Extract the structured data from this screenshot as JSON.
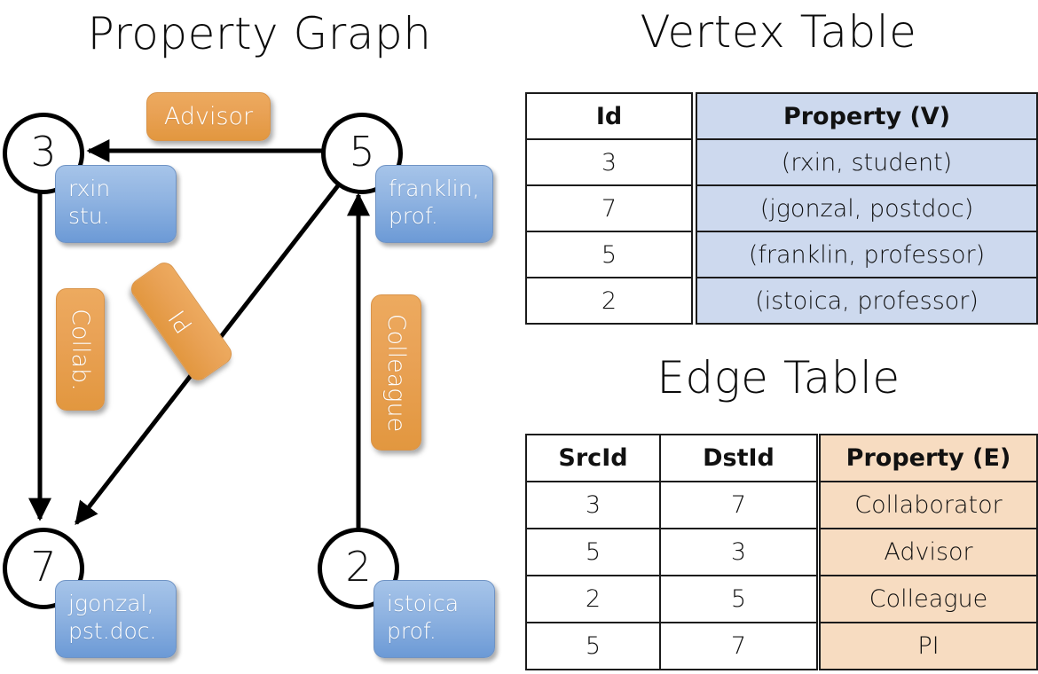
{
  "titles": {
    "graph": "Property Graph",
    "vertex": "Vertex Table",
    "edge": "Edge Table"
  },
  "graph": {
    "nodes": [
      {
        "id": "3",
        "property_line1": "rxin",
        "property_line2": "stu."
      },
      {
        "id": "5",
        "property_line1": "franklin,",
        "property_line2": "prof."
      },
      {
        "id": "7",
        "property_line1": "jgonzal,",
        "property_line2": "pst.doc."
      },
      {
        "id": "2",
        "property_line1": "istoica",
        "property_line2": "prof."
      }
    ],
    "edge_labels": [
      {
        "label": "Advisor"
      },
      {
        "label": "Collab."
      },
      {
        "label": "PI"
      },
      {
        "label": "Colleague"
      }
    ],
    "edges": [
      {
        "src": "5",
        "dst": "3",
        "label": "Advisor"
      },
      {
        "src": "3",
        "dst": "7",
        "label": "Collab."
      },
      {
        "src": "5",
        "dst": "7",
        "label": "PI"
      },
      {
        "src": "2",
        "dst": "5",
        "label": "Colleague"
      }
    ]
  },
  "vertex_table": {
    "headers": [
      "Id",
      "Property (V)"
    ],
    "rows": [
      {
        "id": "3",
        "property": "(rxin, student)"
      },
      {
        "id": "7",
        "property": "(jgonzal, postdoc)"
      },
      {
        "id": "5",
        "property": "(franklin, professor)"
      },
      {
        "id": "2",
        "property": "(istoica, professor)"
      }
    ]
  },
  "edge_table": {
    "headers": [
      "SrcId",
      "DstId",
      "Property (E)"
    ],
    "rows": [
      {
        "src": "3",
        "dst": "7",
        "property": "Collaborator"
      },
      {
        "src": "5",
        "dst": "3",
        "property": "Advisor"
      },
      {
        "src": "2",
        "dst": "5",
        "property": "Colleague"
      },
      {
        "src": "5",
        "dst": "7",
        "property": "PI"
      }
    ]
  },
  "colors": {
    "vertex_header_fill": "#cdd9ee",
    "edge_header_fill": "#f7dcc1",
    "node_box_blue": "#8fb3e1",
    "edge_label_orange": "#e9a256",
    "line": "#000000"
  }
}
